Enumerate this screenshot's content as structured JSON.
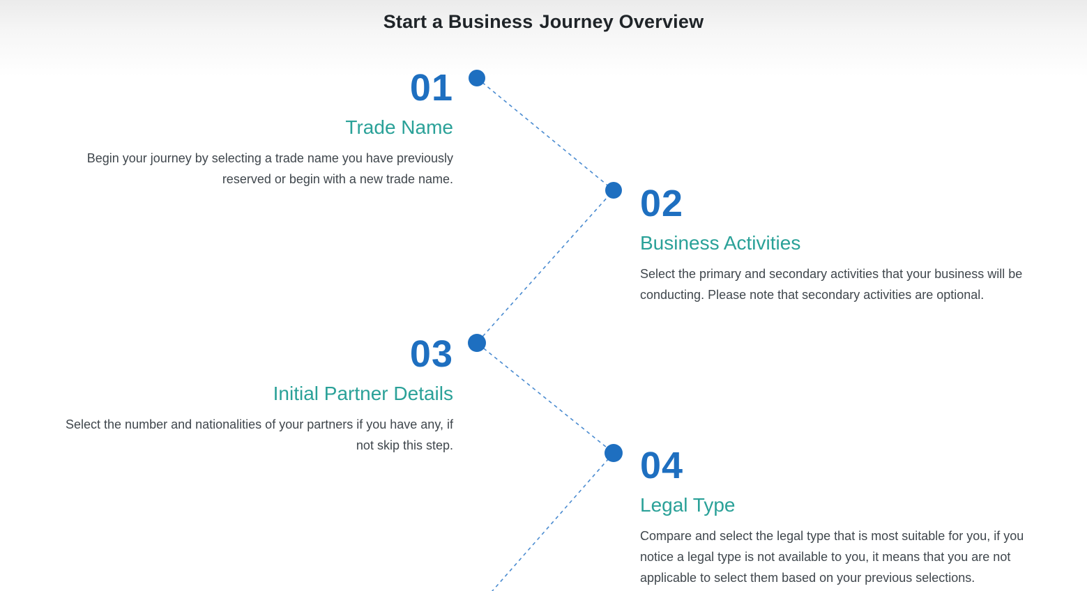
{
  "page": {
    "title_regular": "Start a Business",
    "title_bold": "Journey Overview"
  },
  "steps": [
    {
      "number": "01",
      "title": "Trade Name",
      "description": "Begin your journey by selecting a trade name you have previously reserved or begin with a new trade name.",
      "side": "left"
    },
    {
      "number": "02",
      "title": "Business Activities",
      "description": "Select the primary and secondary activities that your business will be conducting. Please note that secondary activities are optional.",
      "side": "right"
    },
    {
      "number": "03",
      "title": "Initial Partner Details",
      "description": "Select the number and nationalities of your partners if you have any, if not skip this step.",
      "side": "left"
    },
    {
      "number": "04",
      "title": "Legal Type",
      "description": "Compare and select the legal type that is most suitable for you, if you notice a legal type is not available to you, it means that you are not applicable to select them based on your previous selections.",
      "side": "right"
    }
  ],
  "colors": {
    "accent_blue": "#1e6fc0",
    "teal": "#2aa198",
    "text_dark": "#3f464c",
    "dash_blue": "#4a8bd0",
    "title_dark": "#1f2428"
  }
}
